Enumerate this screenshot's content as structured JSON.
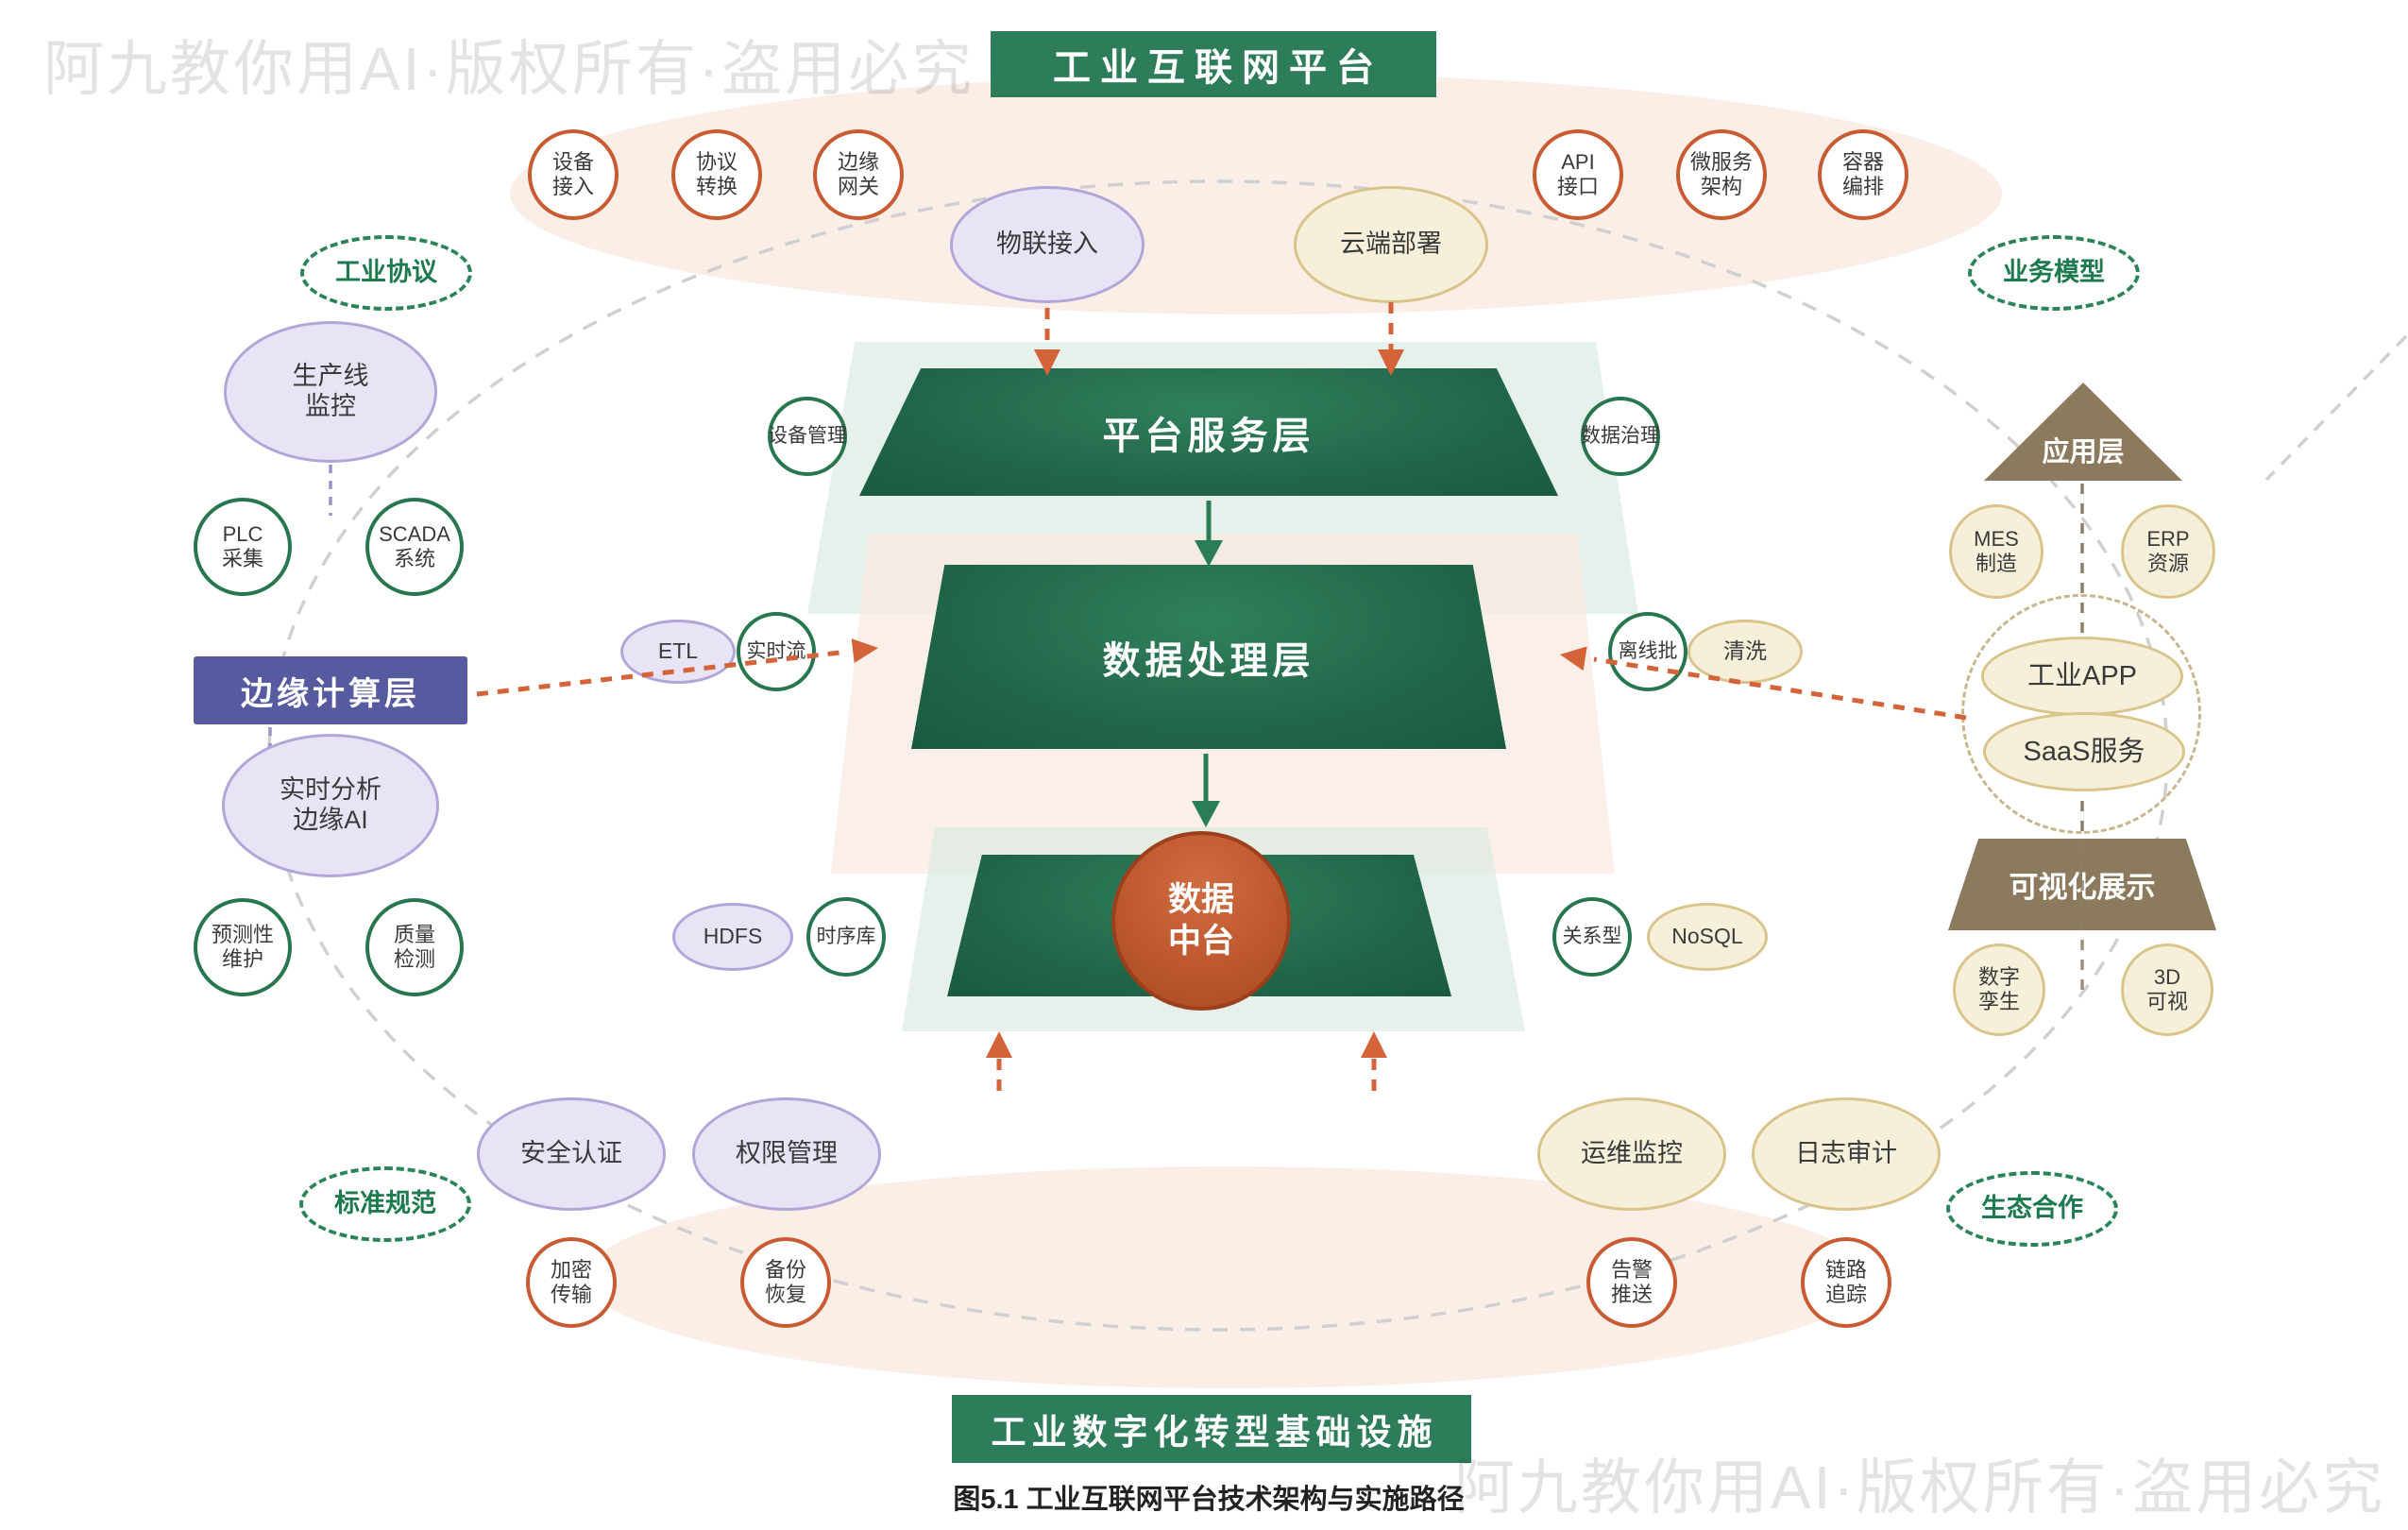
{
  "watermark": {
    "text": "阿九教你用AI·版权所有·盗用必究"
  },
  "header": {
    "title": "工业互联网平台"
  },
  "footer": {
    "title": "工业数字化转型基础设施",
    "caption": "图5.1 工业互联网平台技术架构与实施路径"
  },
  "colors": {
    "green": "#2e7d5a",
    "orange": "#c95b32",
    "indigo": "#565a9f",
    "brown": "#8b7a5e",
    "cream": "#f6efda",
    "purple": "#e9e3f6"
  },
  "layers": {
    "platform": {
      "label": "平台服务层"
    },
    "processing": {
      "label": "数据处理层"
    },
    "data_hub": {
      "label": "数据\n中台"
    },
    "edge_computing": {
      "label": "边缘计算层"
    },
    "application": {
      "label": "应用层"
    },
    "visualization": {
      "label": "可视化展示"
    }
  },
  "zones": {
    "industrial_protocol": {
      "label": "工业协议"
    },
    "business_model": {
      "label": "业务模型"
    },
    "standards": {
      "label": "标准规范"
    },
    "ecosystem": {
      "label": "生态合作"
    }
  },
  "nodes": {
    "device_access": {
      "label": "设备\n接入"
    },
    "protocol_convert": {
      "label": "协议\n转换"
    },
    "edge_gateway": {
      "label": "边缘\n网关"
    },
    "api_interface": {
      "label": "API\n接口"
    },
    "microservice_arch": {
      "label": "微服务\n架构"
    },
    "container_orch": {
      "label": "容器\n编排"
    },
    "iot_access": {
      "label": "物联接入"
    },
    "cloud_deploy": {
      "label": "云端部署"
    },
    "production_monitor": {
      "label": "生产线\n监控"
    },
    "plc_collect": {
      "label": "PLC\n采集"
    },
    "scada_system": {
      "label": "SCADA\n系统"
    },
    "device_mgmt": {
      "label": "设备管理"
    },
    "data_governance": {
      "label": "数据治理"
    },
    "etl": {
      "label": "ETL"
    },
    "realtime_stream": {
      "label": "实时流"
    },
    "offline_batch": {
      "label": "离线批"
    },
    "cleaning": {
      "label": "清洗"
    },
    "realtime_edge_ai": {
      "label": "实时分析\n边缘AI"
    },
    "predictive_maintenance": {
      "label": "预测性\n维护"
    },
    "quality_inspection": {
      "label": "质量\n检测"
    },
    "hdfs": {
      "label": "HDFS"
    },
    "tsdb": {
      "label": "时序库"
    },
    "relational_db": {
      "label": "关系型"
    },
    "nosql": {
      "label": "NoSQL"
    },
    "mes": {
      "label": "MES\n制造"
    },
    "erp": {
      "label": "ERP\n资源"
    },
    "industrial_app": {
      "label": "工业APP"
    },
    "saas": {
      "label": "SaaS服务"
    },
    "digital_twin": {
      "label": "数字\n孪生"
    },
    "viz_3d": {
      "label": "3D\n可视"
    },
    "security_auth": {
      "label": "安全认证"
    },
    "permission_mgmt": {
      "label": "权限管理"
    },
    "encrypted_transfer": {
      "label": "加密\n传输"
    },
    "backup_recovery": {
      "label": "备份\n恢复"
    },
    "ops_monitoring": {
      "label": "运维监控"
    },
    "log_audit": {
      "label": "日志审计"
    },
    "alert_push": {
      "label": "告警\n推送"
    },
    "link_tracing": {
      "label": "链路\n追踪"
    }
  }
}
